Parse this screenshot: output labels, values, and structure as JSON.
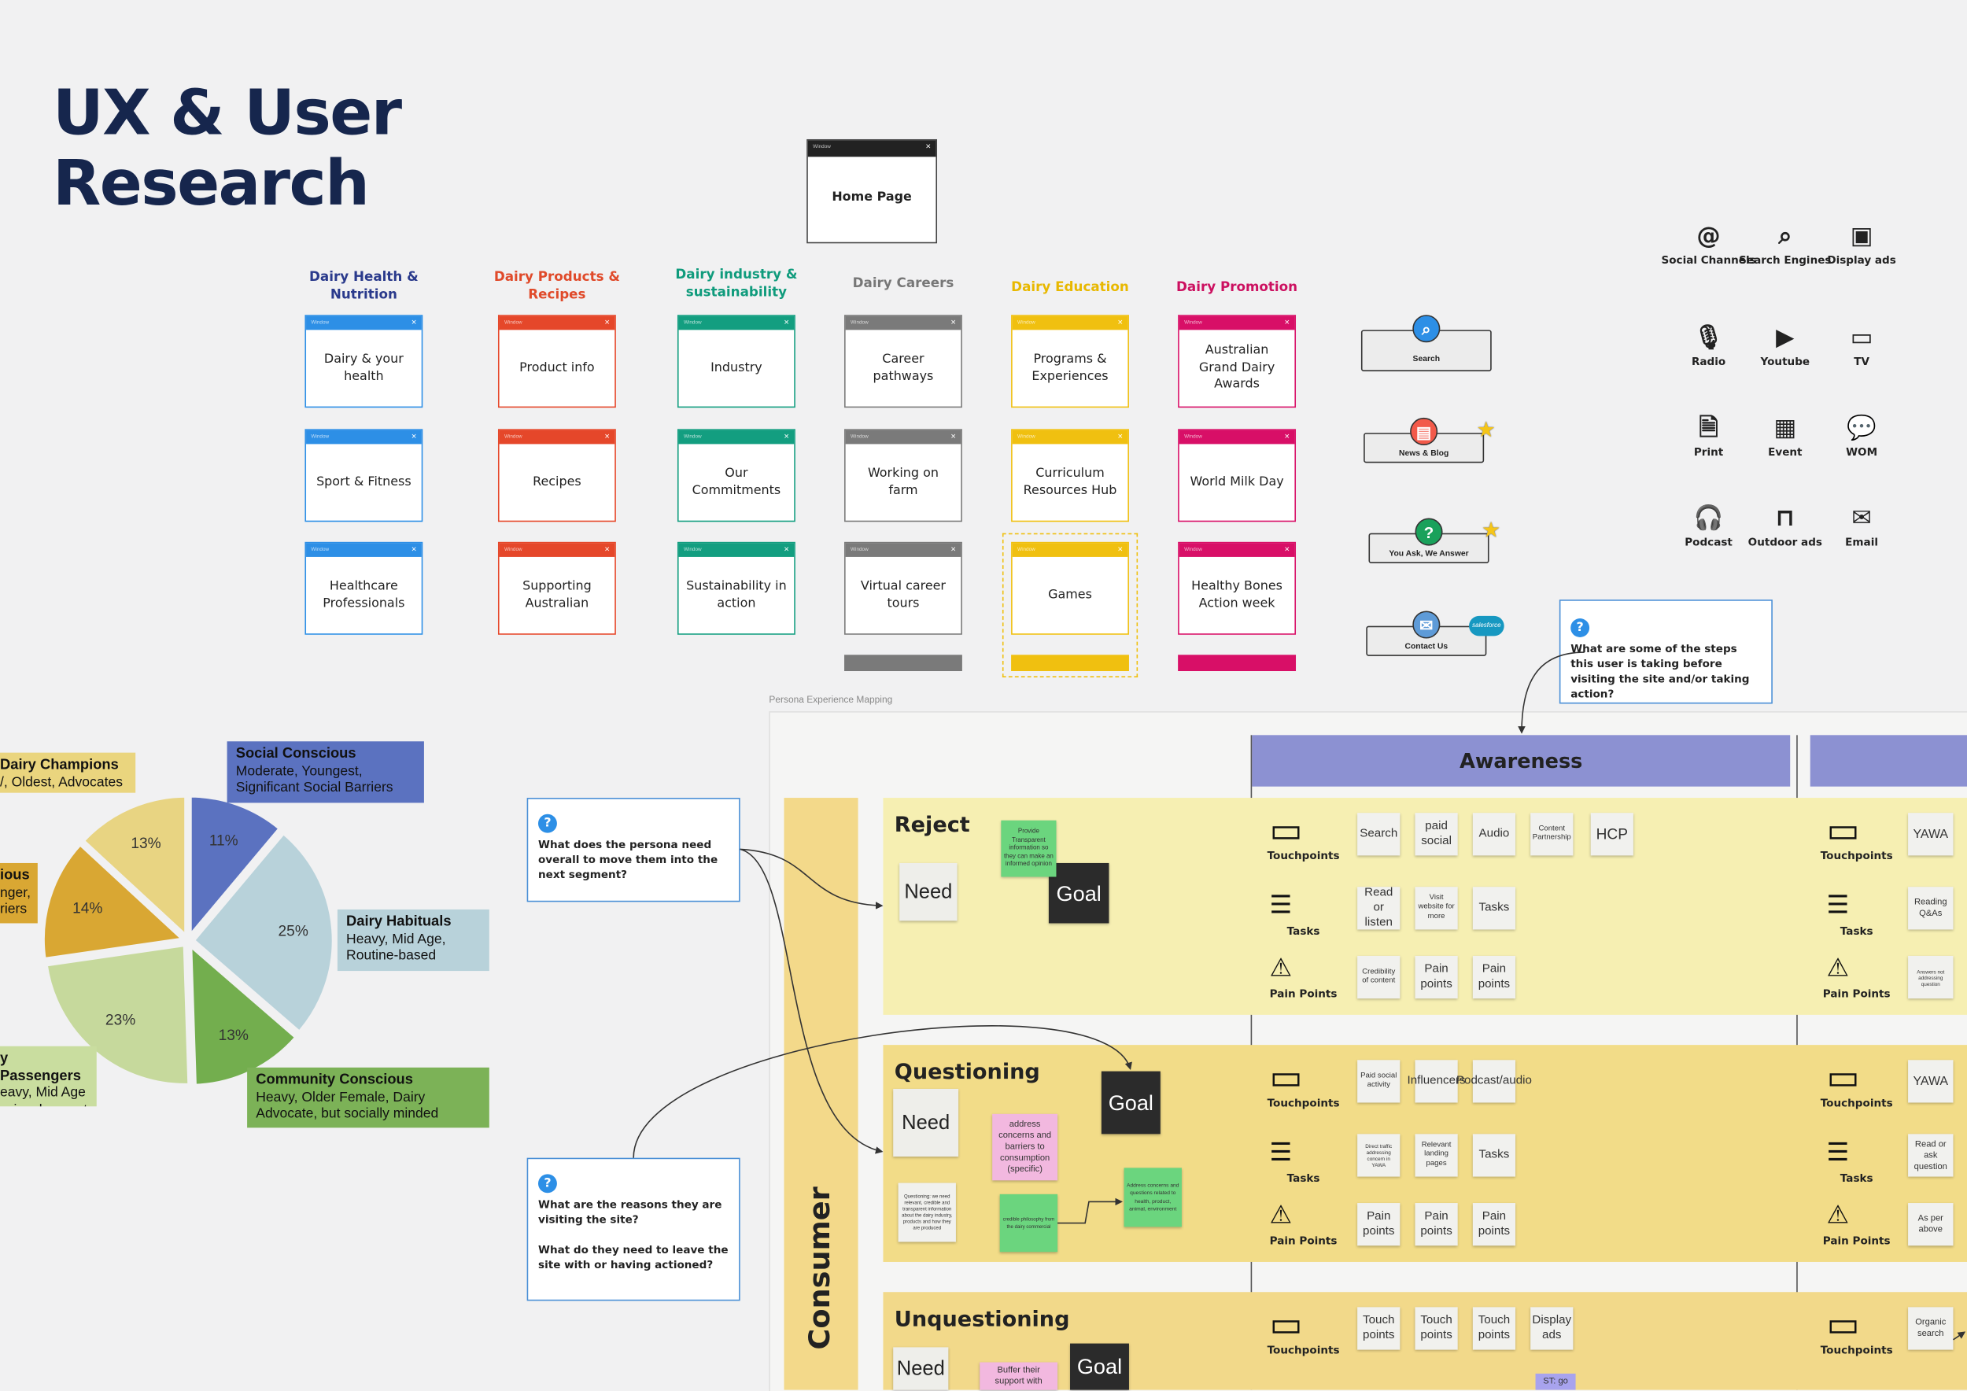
{
  "page": {
    "title_line1": "UX & User",
    "title_line2": "Research"
  },
  "sitemap": {
    "home": "Home Page",
    "columns": [
      {
        "name": "Dairy Health & Nutrition",
        "color": "#2a3a8c",
        "accent": "#2d8fe6",
        "items": [
          "Dairy & your health",
          "Sport & Fitness",
          "Healthcare Professionals"
        ]
      },
      {
        "name": "Dairy Products & Recipes",
        "color": "#e04a2a",
        "accent": "#e5472a",
        "items": [
          "Product info",
          "Recipes",
          "Supporting Australian"
        ]
      },
      {
        "name": "Dairy industry & sustainability",
        "color": "#0f9b7c",
        "accent": "#139e80",
        "items": [
          "Industry",
          "Our Commitments",
          "Sustainability in action"
        ]
      },
      {
        "name": "Dairy Careers",
        "color": "#777777",
        "accent": "#7a7a7a",
        "items": [
          "Career pathways",
          "Working on farm",
          "Virtual career tours"
        ]
      },
      {
        "name": "Dairy Education",
        "color": "#e8b800",
        "accent": "#f0c010",
        "items": [
          "Programs & Experiences",
          "Curriculum Resources Hub",
          "Games"
        ]
      },
      {
        "name": "Dairy Promotion",
        "color": "#cc1060",
        "accent": "#d80f67",
        "items": [
          "Australian Grand Dairy Awards",
          "World Milk Day",
          "Healthy Bones Action week"
        ]
      }
    ]
  },
  "features": [
    {
      "label": "Search",
      "icon": "magnifier-icon",
      "color": "#2d8fe6"
    },
    {
      "label": "News & Blog",
      "icon": "newspaper-icon",
      "color": "#f25a4a"
    },
    {
      "label": "You Ask, We Answer",
      "icon": "question-icon",
      "color": "#1aa15b"
    },
    {
      "label": "Contact Us",
      "icon": "mail-icon",
      "color": "#5e9bd8"
    }
  ],
  "features_badge": "salesforce",
  "channels": [
    {
      "label": "Social Channels",
      "icon": "at-icon",
      "glyph": "@"
    },
    {
      "label": "Search Engines",
      "icon": "search-icon",
      "glyph": "⌕"
    },
    {
      "label": "Display ads",
      "icon": "image-icon",
      "glyph": "▣"
    },
    {
      "label": "Radio",
      "icon": "microphone-icon",
      "glyph": "🎙"
    },
    {
      "label": "Youtube",
      "icon": "play-icon",
      "glyph": "▶"
    },
    {
      "label": "TV",
      "icon": "tv-icon",
      "glyph": "▭"
    },
    {
      "label": "Print",
      "icon": "document-icon",
      "glyph": "🗎"
    },
    {
      "label": "Event",
      "icon": "calendar-icon",
      "glyph": "▦"
    },
    {
      "label": "WOM",
      "icon": "speech-bubbles-icon",
      "glyph": "💬"
    },
    {
      "label": "Podcast",
      "icon": "headphones-icon",
      "glyph": "🎧"
    },
    {
      "label": "Outdoor ads",
      "icon": "billboard-icon",
      "glyph": "⊓"
    },
    {
      "label": "Email",
      "icon": "envelope-icon",
      "glyph": "✉"
    }
  ],
  "questions": {
    "steps": "What are some of the steps this user is taking before visiting the site and/or taking action?",
    "persona_need": "What does the persona need overall to move them into the next segment?",
    "reasons_1": "What are the reasons they are visiting the site?",
    "reasons_2": "What do they need to leave the site with or having actioned?"
  },
  "chart_data": {
    "type": "pie",
    "categories": [
      "Social Conscious",
      "Dairy Habituals",
      "Community Conscious",
      "Passengers",
      "Cautious",
      "Dairy Champions"
    ],
    "values": [
      11,
      25,
      13,
      23,
      14,
      13
    ],
    "colors": [
      "#5b72c0",
      "#b8d2da",
      "#73ae4e",
      "#c6d99c",
      "#d9a733",
      "#e8d482"
    ],
    "legends": [
      {
        "title": "Social Conscious",
        "desc": "Moderate, Youngest, Significant Social Barriers",
        "bg": "#5b72c0"
      },
      {
        "title": "Dairy Habituals",
        "desc": "Heavy, Mid Age, Routine-based",
        "bg": "#b8d2da"
      },
      {
        "title": "Community Conscious",
        "desc": "Heavy, Older Female, Dairy Advocate, but socially minded",
        "bg": "#7cb257"
      },
      {
        "title": "y Passengers",
        "desc": "eavy, Mid Age\nw involvement",
        "bg": "#c9dd9f"
      },
      {
        "title": "ious",
        "desc": "nger,\nriers",
        "bg": "#d9a733"
      },
      {
        "title": "Dairy Champions",
        "desc": "/, Oldest, Advocates",
        "bg": "#ead57e"
      }
    ]
  },
  "journey": {
    "caption": "Persona Experience Mapping",
    "stage": "Awareness",
    "side_label": "Consumer",
    "row_labels": {
      "touchpoints": "Touchpoints",
      "tasks": "Tasks",
      "pain": "Pain Points"
    },
    "lanes": [
      {
        "name": "Reject",
        "need": "Need",
        "goal": "Goal",
        "green_note": "Provide Transparent information so they can make an informed opinion",
        "touch": [
          "Search",
          "paid social",
          "Audio",
          "Content Partnership",
          "HCP"
        ],
        "tasks": [
          "Read or listen",
          "Visit website for more",
          "Tasks"
        ],
        "pains": [
          "Credibility of content",
          "Pain points",
          "Pain points"
        ],
        "right_touch": "YAWA",
        "right_task": "Reading Q&As",
        "right_pain": "Answers not addressing question"
      },
      {
        "name": "Questioning",
        "need": "Need",
        "goal": "Goal",
        "pink_note": "address concerns and barriers to consumption (specific)",
        "small_note": "Questioning: we need relevant, credible and transparent information about the dairy industry, products and how they are produced",
        "green_note": "credible philosophy from the dairy commercial",
        "green_note2": "Address concerns and questions related to health, product, animal, environment",
        "touch": [
          "Paid social activity",
          "Influencers",
          "Podcast/audio"
        ],
        "tasks": [
          "Direct traffic addressing concern in YAWA",
          "Relevant landing pages",
          "Tasks"
        ],
        "pains": [
          "Pain points",
          "Pain points",
          "Pain points"
        ],
        "right_touch": "YAWA",
        "right_task": "Read or ask question",
        "right_pain": "As per above"
      },
      {
        "name": "Unquestioning",
        "need": "Need",
        "goal": "Goal",
        "pink_note": "Buffer their support with",
        "touch": [
          "Touch points",
          "Touch points",
          "Touch points",
          "Display ads"
        ],
        "tag": "ST: go",
        "right_touch": "Organic search"
      }
    ]
  }
}
